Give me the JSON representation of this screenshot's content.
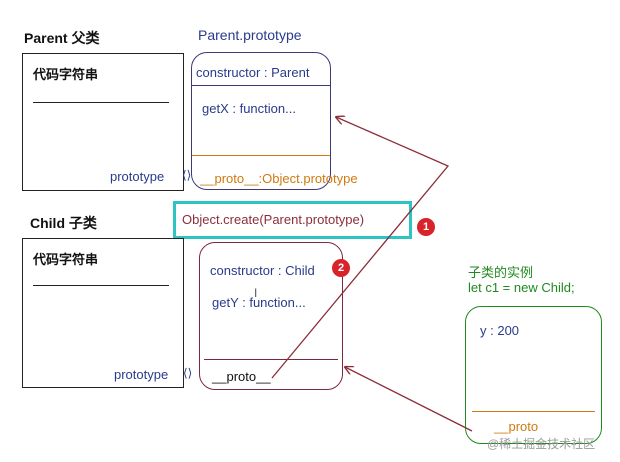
{
  "parent": {
    "title": "Parent 父类",
    "code_text": "代码字符串",
    "prototype_link": "prototype"
  },
  "parent_prototype": {
    "title": "Parent.prototype",
    "constructor": "constructor : Parent",
    "getX": "getX : function...",
    "proto": "__proto__:Object.prototype"
  },
  "create_call": "Object.create(Parent.prototype)",
  "child": {
    "title": "Child 子类",
    "code_text": "代码字符串",
    "prototype_link": "prototype"
  },
  "child_prototype": {
    "constructor": "constructor : Child",
    "getY": "getY : function...",
    "proto": "__proto__"
  },
  "instance": {
    "title": "子类的实例",
    "code": "let c1 = new Child;",
    "y": "y : 200",
    "proto": "__proto"
  },
  "badges": {
    "one": "1",
    "two": "2"
  },
  "watermark": "@稀土掘金技术社区",
  "colors": {
    "blue_text": "#2a3a8c",
    "orange": "#d07a10",
    "green": "#1f8a1f",
    "dark_red_arrow": "#8b2e3a",
    "cyan_highlight": "#2ec4c4",
    "badge_red": "#d9232a"
  }
}
